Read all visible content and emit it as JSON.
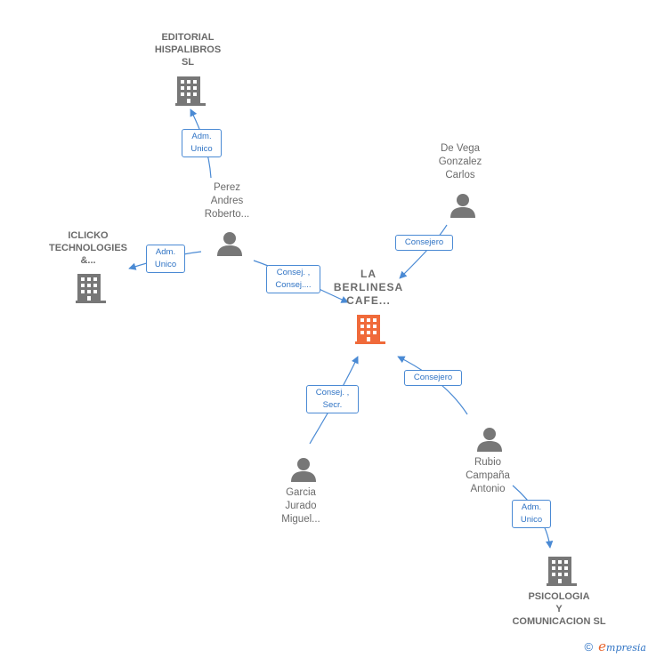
{
  "colors": {
    "edge": "#4a8ad4",
    "person": "#777777",
    "company": "#777777",
    "center_company": "#f06a3a"
  },
  "nodes": {
    "center": {
      "lines": [
        "LA",
        "BERLINESA",
        "CAFE..."
      ],
      "icon": "building-icon"
    },
    "editorial": {
      "lines": [
        "EDITORIAL",
        "HISPALIBROS",
        "SL"
      ],
      "icon": "building-icon"
    },
    "iclicko": {
      "lines": [
        "ICLICKO",
        "TECHNOLOGIES",
        "&..."
      ],
      "icon": "building-icon"
    },
    "psicologia": {
      "lines": [
        "PSICOLOGIA",
        "Y",
        "COMUNICACION SL"
      ],
      "icon": "building-icon"
    },
    "perez": {
      "lines": [
        "Perez",
        "Andres",
        "Roberto..."
      ],
      "icon": "person-icon"
    },
    "devega": {
      "lines": [
        "De Vega",
        "Gonzalez",
        "Carlos"
      ],
      "icon": "person-icon"
    },
    "garcia": {
      "lines": [
        "Garcia",
        "Jurado",
        "Miguel..."
      ],
      "icon": "person-icon"
    },
    "rubio": {
      "lines": [
        "Rubio",
        "Campaña",
        "Antonio"
      ],
      "icon": "person-icon"
    }
  },
  "edges": {
    "perez_editorial": [
      "Adm.",
      "Unico"
    ],
    "perez_iclicko": [
      "Adm.",
      "Unico"
    ],
    "perez_center": [
      "Consej. ,",
      "Consej...."
    ],
    "devega_center": [
      "Consejero"
    ],
    "garcia_center": [
      "Consej. ,",
      "Secr."
    ],
    "rubio_center": [
      "Consejero"
    ],
    "rubio_psicologia": [
      "Adm.",
      "Unico"
    ]
  },
  "footer": {
    "copyright": "©",
    "brand_initial": "e",
    "brand_rest": "mpresia"
  }
}
